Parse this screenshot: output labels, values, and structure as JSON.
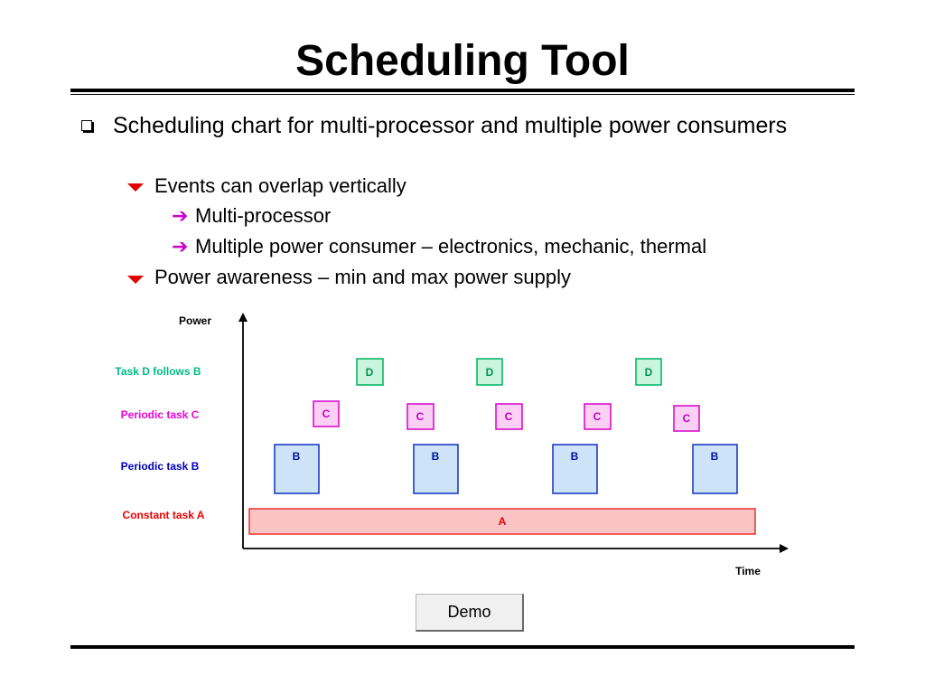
{
  "slide": {
    "title": "Scheduling Tool"
  },
  "bullets": {
    "main": "Scheduling chart for multi-processor and multiple power consumers",
    "sub1": "Events can overlap vertically",
    "sub1_items": [
      "Multi-processor",
      "Multiple power consumer – electronics, mechanic, thermal"
    ],
    "sub2": "Power awareness – min and max power supply"
  },
  "diagram": {
    "y_axis_label": "Power",
    "x_axis_label": "Time",
    "rows": [
      {
        "label": "Task D follows B",
        "task": "D",
        "color": "#00bb88"
      },
      {
        "label": "Periodic task C",
        "task": "C",
        "color": "#ee00dd"
      },
      {
        "label": "Periodic task B",
        "task": "B",
        "color": "#0000bb"
      },
      {
        "label": "Constant task A",
        "task": "A",
        "color": "#ee0000"
      }
    ],
    "tasks": {
      "A": {
        "fill": "#fbc4c4",
        "stroke": "#e83030",
        "text": "#e00000"
      },
      "B": {
        "fill": "#cde3f7",
        "stroke": "#1030c0",
        "text": "#0010a0"
      },
      "C": {
        "fill": "#fbd0f4",
        "stroke": "#d800cc",
        "text": "#c000c0"
      },
      "D": {
        "fill": "#c8f5dc",
        "stroke": "#00b060",
        "text": "#009050"
      }
    },
    "bullet_colors": {
      "sub_marker": "#e00000",
      "arrow_marker": "#cc00cc"
    },
    "icons": {
      "main_bullet": "hollow-square-icon",
      "sub_bullet": "red-down-triangle-icon",
      "arrow_bullet": "magenta-right-arrow-icon"
    }
  },
  "demo_button": {
    "label": "Demo"
  }
}
